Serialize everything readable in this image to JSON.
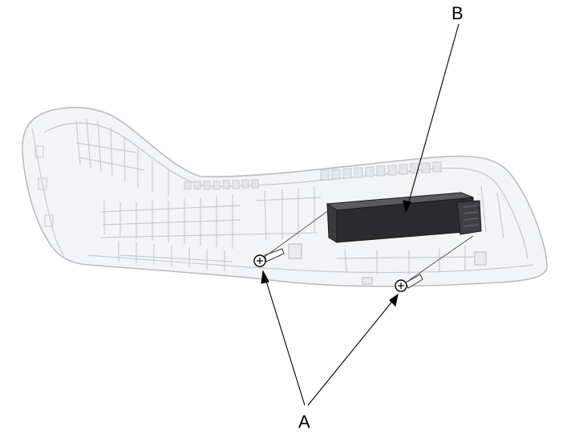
{
  "callouts": {
    "a": "A",
    "b": "B"
  },
  "colors": {
    "panel_fill": "#f3f4f5",
    "panel_edge": "#b9bcc0",
    "rib_color": "#c9ccd0",
    "module_dark": "#2b2b2d",
    "module_top": "#5a5b5e",
    "leader_line": "#000000"
  },
  "parts": [
    {
      "name": "trim-panel",
      "icon": "seat-side-trim-panel"
    },
    {
      "name": "control-module",
      "icon": "rectangular-module"
    },
    {
      "name": "screw",
      "icon": "phillips-screw-icon",
      "count": 2
    }
  ]
}
